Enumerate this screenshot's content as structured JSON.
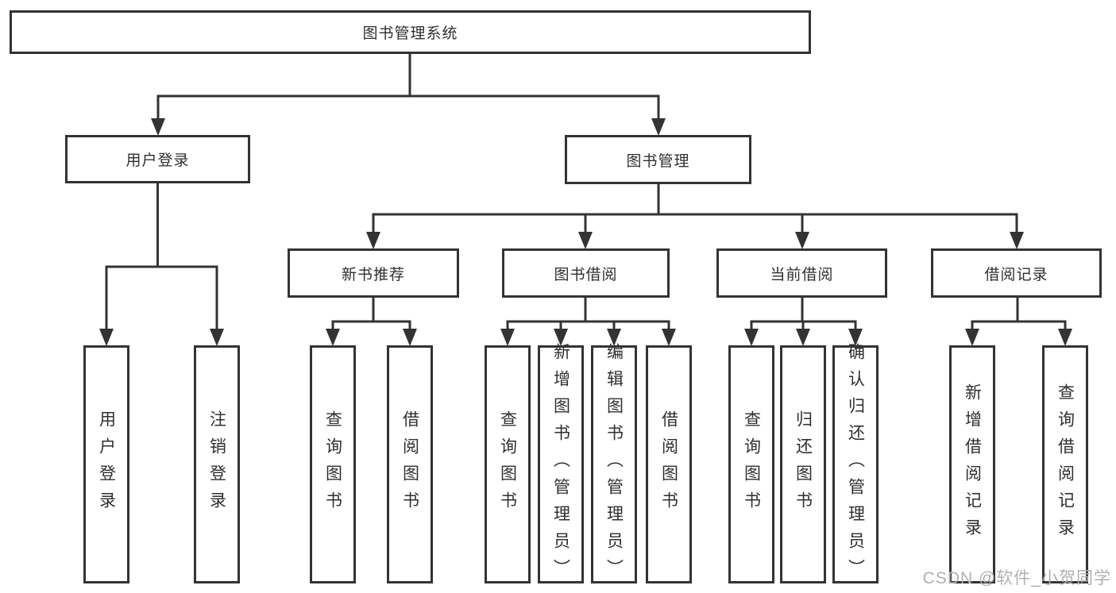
{
  "tree": {
    "root": "图书管理系统",
    "children": [
      {
        "label": "用户登录",
        "children": [
          "用户登录",
          "注销登录"
        ]
      },
      {
        "label": "图书管理",
        "children": [
          {
            "label": "新书推荐",
            "children": [
              "查询图书",
              "借阅图书"
            ]
          },
          {
            "label": "图书借阅",
            "children": [
              "查询图书",
              "新增图书（管理员）",
              "编辑图书（管理员）",
              "借阅图书"
            ]
          },
          {
            "label": "当前借阅",
            "children": [
              "查询图书",
              "归还图书",
              "确认归还（管理员）"
            ]
          },
          {
            "label": "借阅记录",
            "children": [
              "新增借阅记录",
              "查询借阅记录"
            ]
          }
        ]
      }
    ]
  },
  "watermark": {
    "text": "CSDN @软件_小贺同学"
  },
  "colors": {
    "line": "#333333",
    "box_border": "#333333",
    "text": "#2f2f2f",
    "watermark": "#b0b0b0",
    "background": "#ffffff"
  }
}
